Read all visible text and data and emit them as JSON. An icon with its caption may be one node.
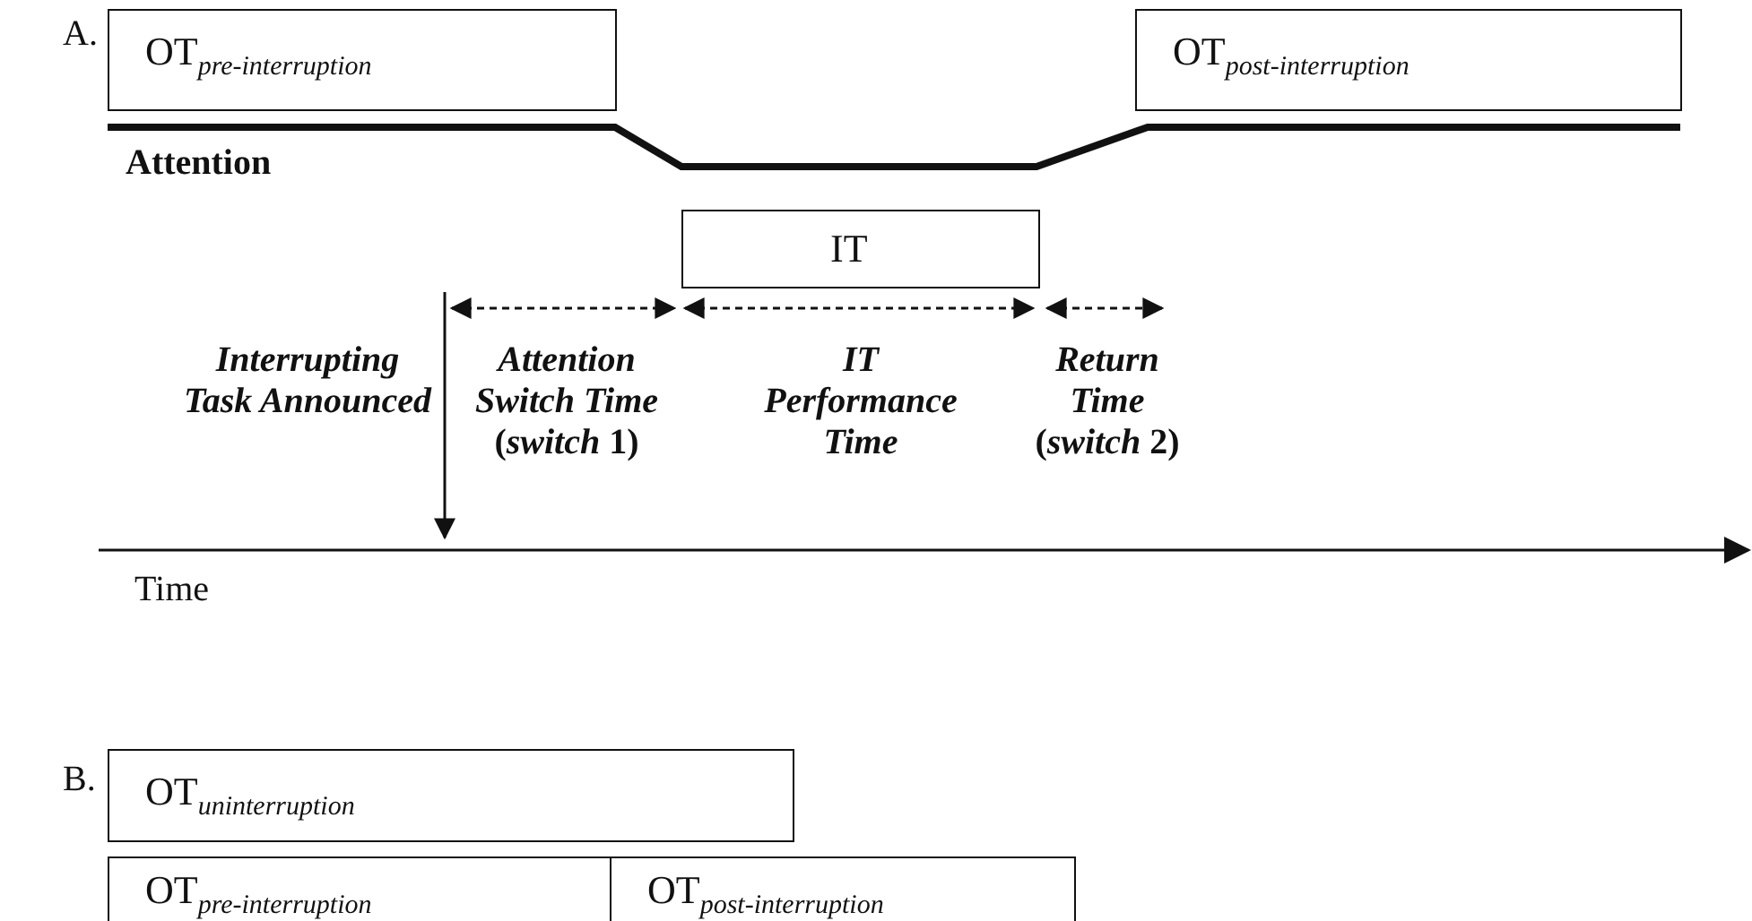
{
  "diagram": {
    "nodes": [
      {
        "text": [
          "OT$_{pre-interruption}$"
        ]
      },
      {
        "text": [
          "OT$_{post-interruption}$"
        ]
      },
      {
        "text": [
          "IT"
        ]
      },
      {
        "text": [
          "OT$_{uninterruption}$"
        ]
      },
      {
        "text": [
          "OT$_{pre-interruption}$"
        ]
      },
      {
        "text": [
          "OT$_{post-interruption}$"
        ]
      }
    ],
    "edges": [],
    "labels": [
      "A.",
      "Attention",
      "Interrupting Task Announced",
      "*Attention Switch Time* (*switch* 1)",
      "IT Performance Time",
      "*Return Time* (*switch* 2)",
      "Time",
      "B."
    ]
  }
}
